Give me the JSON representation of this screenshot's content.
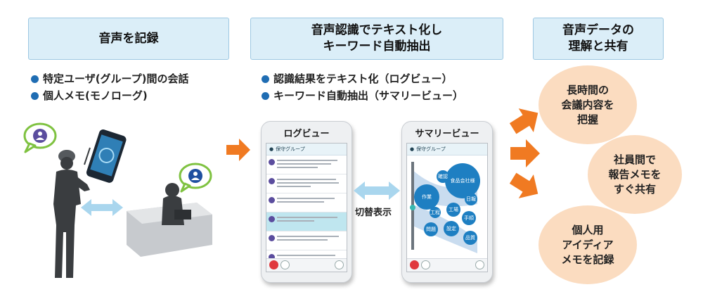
{
  "headers": {
    "record": "音声を記録",
    "text_line1": "音声認識でテキスト化し",
    "text_line2": "キーワード自動抽出",
    "share_line1": "音声データの",
    "share_line2": "理解と共有"
  },
  "bullets_left": [
    "特定ユーザ(グループ)間の会話",
    "個人メモ(モノローグ)"
  ],
  "bullets_mid": [
    "認識結果をテキスト化（ログビュー）",
    "キーワード自動抽出（サマリービュー）"
  ],
  "phones": {
    "log_title": "ログビュー",
    "summary_title": "サマリービュー",
    "app_group": "保守グループ",
    "bubble_words": [
      "食品会社様",
      "作業",
      "確認",
      "工場",
      "手順",
      "設定",
      "問題",
      "品質",
      "工程",
      "日報"
    ]
  },
  "switch_label": "切替表示",
  "outcomes": [
    [
      "長時間の",
      "会議内容を",
      "把握"
    ],
    [
      "社員間で",
      "報告メモを",
      "すぐ共有"
    ],
    [
      "個人用",
      "アイディア",
      "メモを記録"
    ]
  ],
  "colors": {
    "header_fill": "#dbeef8",
    "bullet": "#1f6db3",
    "arrow_orange": "#f07a22",
    "swap_arrow": "#a9d6ee",
    "outcome_fill": "#fbdcc0",
    "summary_bubble": "#1e7fc2"
  }
}
